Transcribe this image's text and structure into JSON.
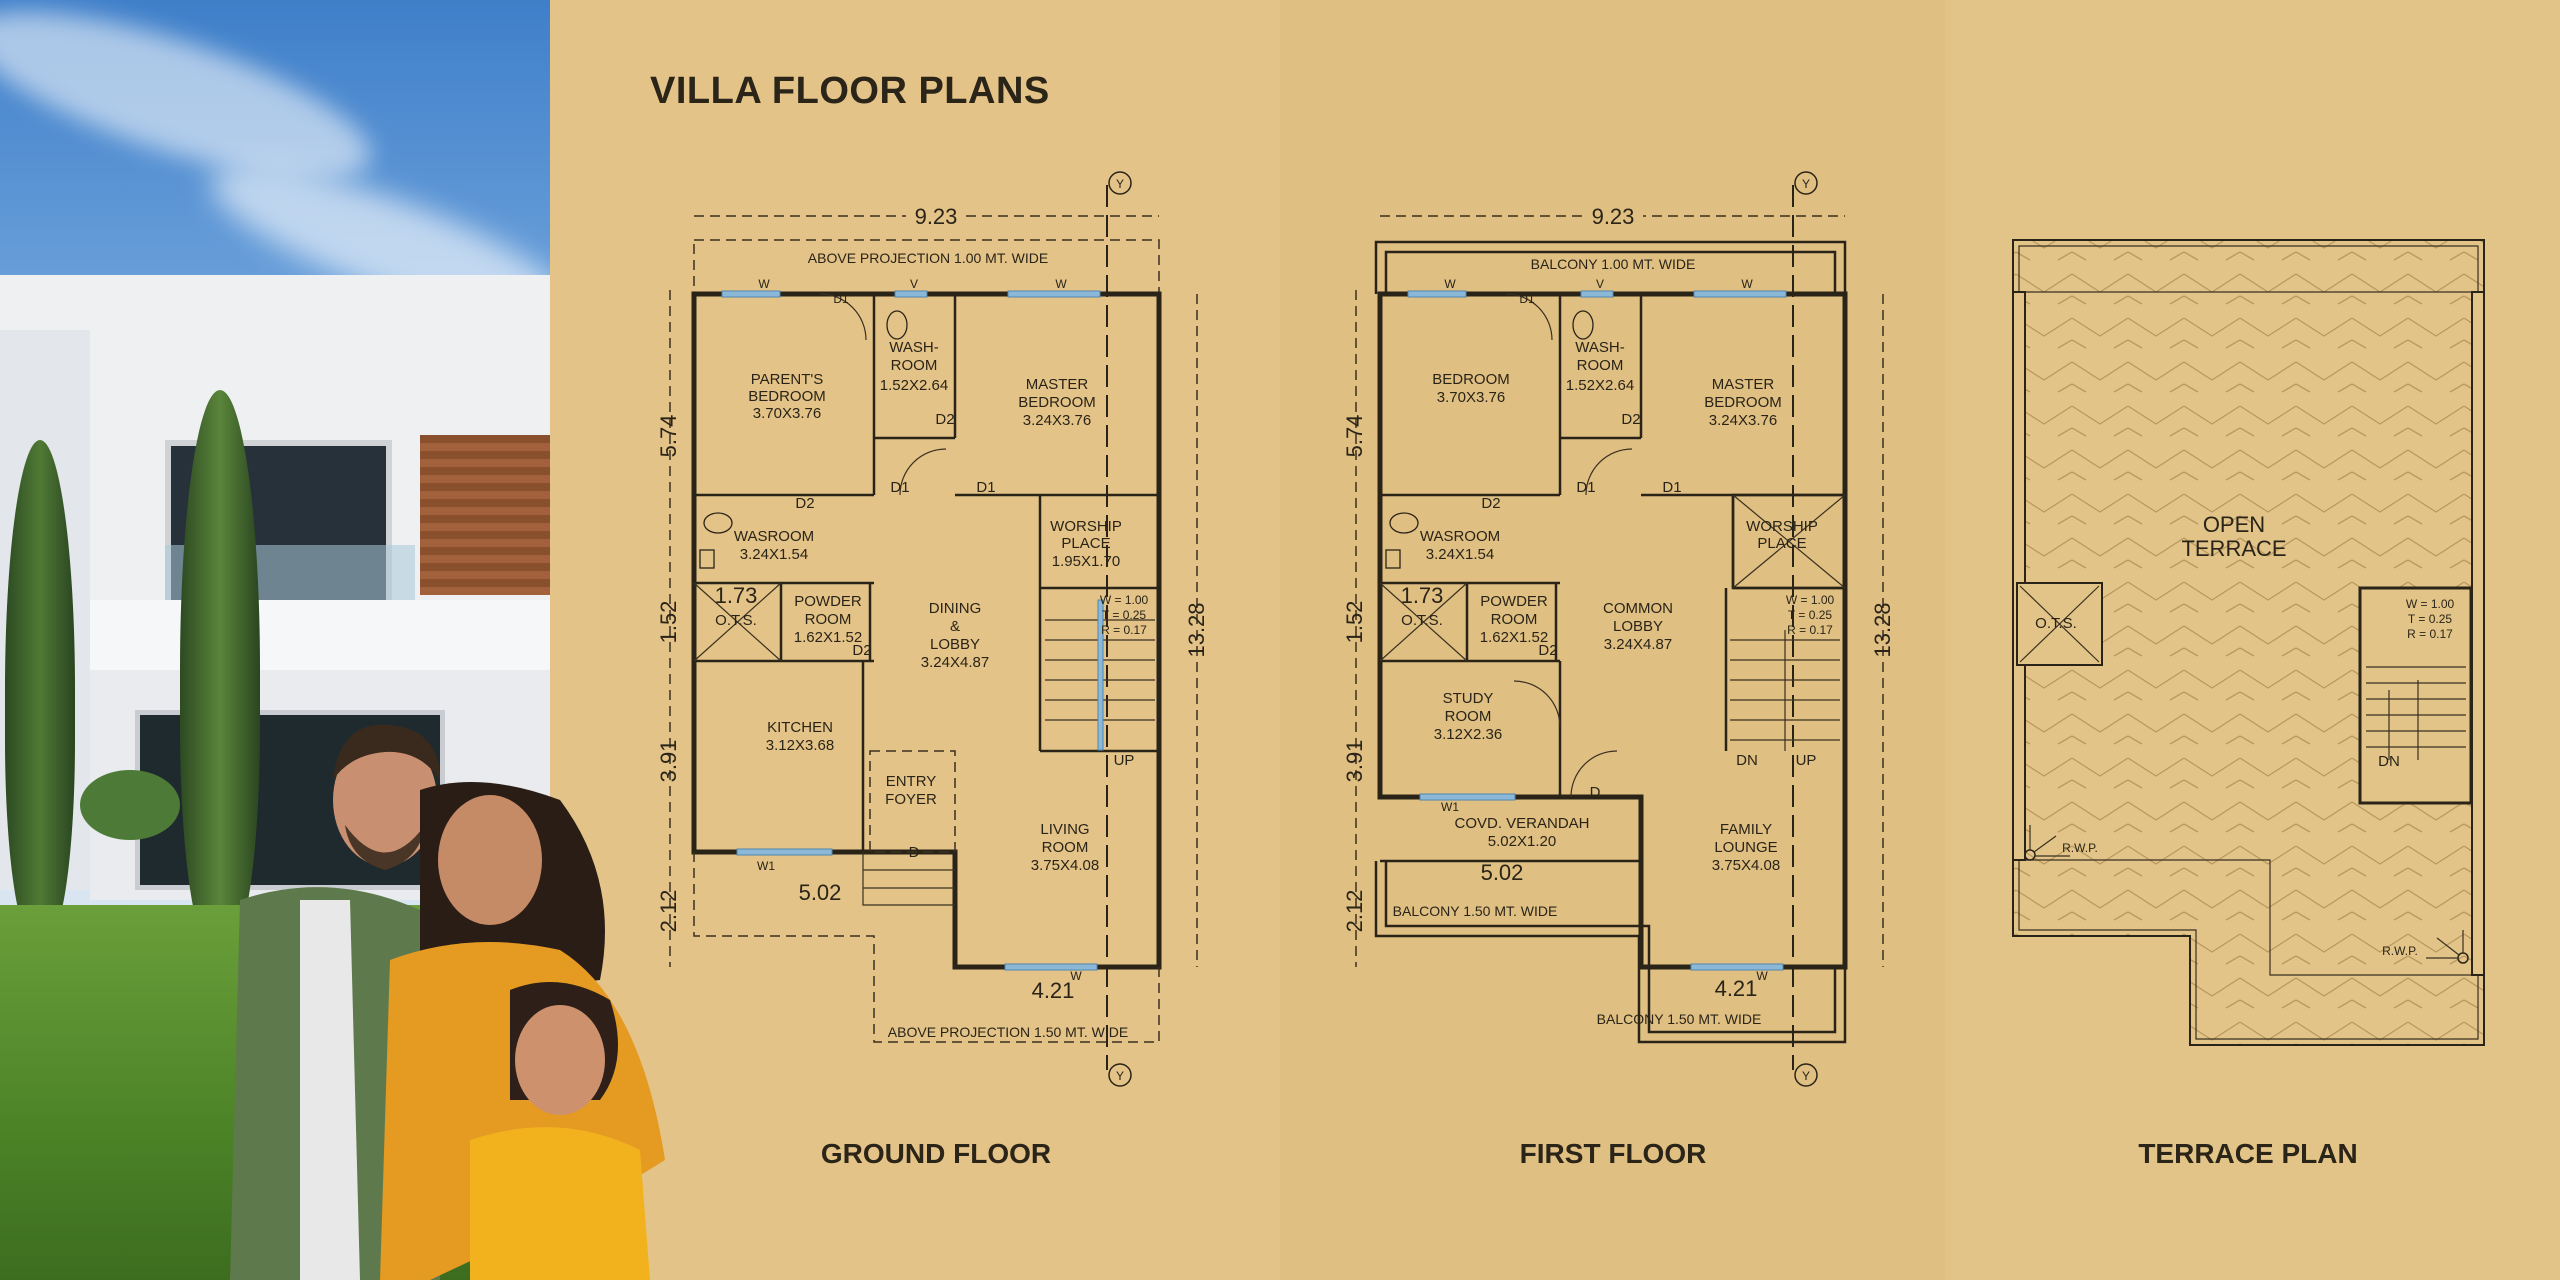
{
  "title": "VILLA FLOOR PLANS",
  "colors": {
    "background": "#e2c386",
    "ink": "#2a2418",
    "window": "#8cb8d8"
  },
  "icons": {
    "axis_marker": "grid-axis-y-marker-icon",
    "toilet": "toilet-icon",
    "sink": "sink-icon"
  },
  "axis_label": "Y",
  "ground": {
    "caption": "GROUND FLOOR",
    "top_width": "9.23",
    "top_note": "ABOVE PROJECTION 1.00 MT. WIDE",
    "bottom_note": "ABOVE PROJECTION 1.50 MT. WIDE",
    "dims_left": [
      "5.74",
      "1.52",
      "3.91",
      "2.12"
    ],
    "dim_right": "13.28",
    "dim_ots": "1.73",
    "dim_front_left": "5.02",
    "dim_front_right": "4.21",
    "rooms": {
      "parents": [
        "PARENT'S",
        "BEDROOM",
        "3.70X3.76"
      ],
      "wash": [
        "WASH-",
        "ROOM",
        "1.52X2.64"
      ],
      "master": [
        "MASTER",
        "BEDROOM",
        "3.24X3.76"
      ],
      "wasroom": [
        "WASROOM",
        "3.24X1.54"
      ],
      "ots": "O.T.S.",
      "powder": [
        "POWDER",
        "ROOM",
        "1.62X1.52"
      ],
      "dining": [
        "DINING",
        "&",
        "LOBBY",
        "3.24X4.87"
      ],
      "worship": [
        "WORSHIP",
        "PLACE",
        "1.95X1.70"
      ],
      "kitchen": [
        "KITCHEN",
        "3.12X3.68"
      ],
      "entry": [
        "ENTRY",
        "FOYER"
      ],
      "living": [
        "LIVING",
        "ROOM",
        "3.75X4.08"
      ]
    },
    "stair": [
      "W = 1.00",
      "T = 0.25",
      "R = 0.17"
    ],
    "stair_up": "UP",
    "tags": {
      "w": "W",
      "d1": "D1",
      "v": "V",
      "d2": "D2",
      "d": "D",
      "w1": "W1"
    }
  },
  "first": {
    "caption": "FIRST FLOOR",
    "top_width": "9.23",
    "top_note": "BALCONY 1.00 MT. WIDE",
    "left_balcony_note": "BALCONY 1.50 MT. WIDE",
    "bottom_note": "BALCONY 1.50 MT. WIDE",
    "dims_left": [
      "5.74",
      "1.52",
      "3.91",
      "2.12"
    ],
    "dim_right": "13.28",
    "dim_ots": "1.73",
    "dim_front_left": "5.02",
    "dim_front_right": "4.21",
    "rooms": {
      "bedroom": [
        "BEDROOM",
        "3.70X3.76"
      ],
      "wash": [
        "WASH-",
        "ROOM",
        "1.52X2.64"
      ],
      "master": [
        "MASTER",
        "BEDROOM",
        "3.24X3.76"
      ],
      "wasroom": [
        "WASROOM",
        "3.24X1.54"
      ],
      "ots": "O.T.S.",
      "powder": [
        "POWDER",
        "ROOM",
        "1.62X1.52"
      ],
      "lobby": [
        "COMMON",
        "LOBBY",
        "3.24X4.87"
      ],
      "worship": [
        "WORSHIP",
        "PLACE"
      ],
      "study": [
        "STUDY",
        "ROOM",
        "3.12X2.36"
      ],
      "verandah": [
        "COVD. VERANDAH",
        "5.02X1.20"
      ],
      "lounge": [
        "FAMILY",
        "LOUNGE",
        "3.75X4.08"
      ]
    },
    "stair": [
      "W = 1.00",
      "T = 0.25",
      "R = 0.17"
    ],
    "stair_dn": "DN",
    "stair_up": "UP",
    "tags": {
      "w": "W",
      "d1": "D1",
      "v": "V",
      "d2": "D2",
      "d": "D",
      "w1": "W1"
    }
  },
  "terrace": {
    "caption": "TERRACE PLAN",
    "open": [
      "OPEN",
      "TERRACE"
    ],
    "ots": "O.T.S.",
    "stair": [
      "W = 1.00",
      "T = 0.25",
      "R = 0.17"
    ],
    "stair_dn": "DN",
    "rwp": "R.W.P."
  }
}
